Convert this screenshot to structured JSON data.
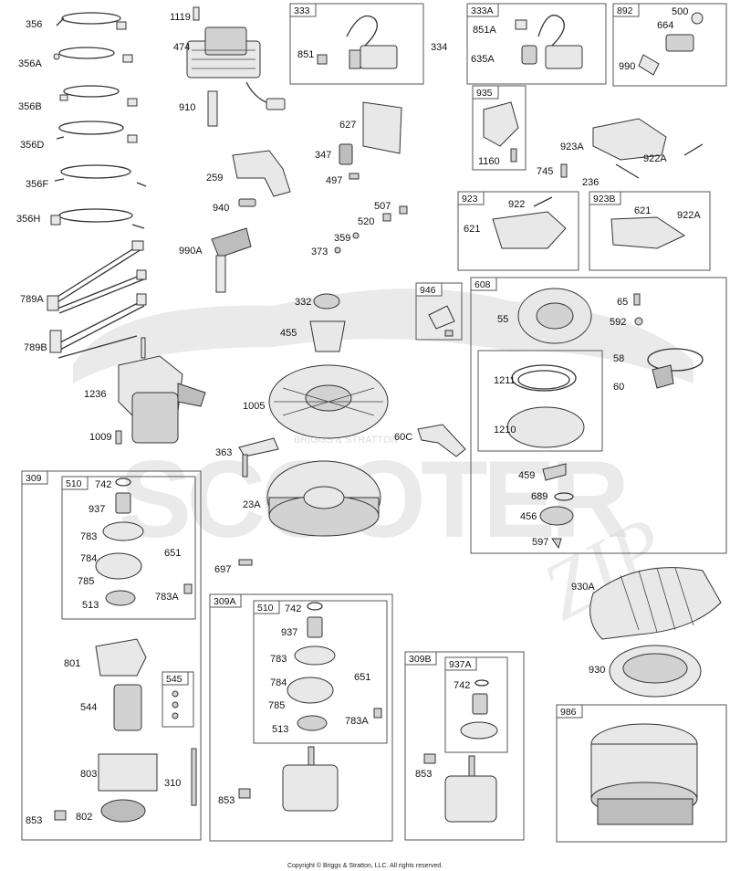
{
  "watermark": {
    "main_text": "SCOOTER",
    "sub_text": "ZIP",
    "arc_text": "BRIGGS & STRATTON"
  },
  "copyright": "Copyright © Briggs & Stratton, LLC. All rights reserved.",
  "boxes": {
    "b333": "333",
    "b333A": "333A",
    "b892": "892",
    "b935": "935",
    "b923": "923",
    "b923B": "923B",
    "b946": "946",
    "b608": "608",
    "b309": "309",
    "b510a": "510",
    "b545": "545",
    "b309A": "309A",
    "b510b": "510",
    "b309B": "309B",
    "b937A": "937A",
    "b986": "986"
  },
  "labels": {
    "p356": "356",
    "p356A": "356A",
    "p356B": "356B",
    "p356D": "356D",
    "p356F": "356F",
    "p356H": "356H",
    "p789A": "789A",
    "p789B": "789B",
    "p1119": "1119",
    "p474": "474",
    "p910": "910",
    "p259": "259",
    "p940": "940",
    "p990A": "990A",
    "p1236": "1236",
    "p1009": "1009",
    "p851": "851",
    "p334": "334",
    "p851A": "851A",
    "p635A": "635A",
    "p500": "500",
    "p664": "664",
    "p990": "990",
    "p1160": "1160",
    "p923A": "923A",
    "p922A_top": "922A",
    "p745": "745",
    "p236": "236",
    "p627": "627",
    "p347": "347",
    "p497": "497",
    "p507": "507",
    "p520": "520",
    "p359": "359",
    "p373": "373",
    "p922": "922",
    "p621a": "621",
    "p621b": "621",
    "p922A_box": "922A",
    "p332": "332",
    "p455": "455",
    "p1005": "1005",
    "p363": "363",
    "p23A": "23A",
    "p60C": "60C",
    "p697": "697",
    "p65": "65",
    "p55": "55",
    "p592": "592",
    "p58": "58",
    "p1211": "1211",
    "p60": "60",
    "p1210": "1210",
    "p459": "459",
    "p689": "689",
    "p456": "456",
    "p597": "597",
    "p930A": "930A",
    "p930": "930",
    "p742a": "742",
    "p937a": "937",
    "p783a": "783",
    "p784a": "784",
    "p651a": "651",
    "p785a": "785",
    "p783Aa": "783A",
    "p513a": "513",
    "p801": "801",
    "p544": "544",
    "p803": "803",
    "p310": "310",
    "p853a": "853",
    "p802": "802",
    "p742b": "742",
    "p937b": "937",
    "p783b": "783",
    "p784b": "784",
    "p651b": "651",
    "p785b": "785",
    "p783Ab": "783A",
    "p513b": "513",
    "p853b": "853",
    "p742c": "742",
    "p853c": "853"
  }
}
